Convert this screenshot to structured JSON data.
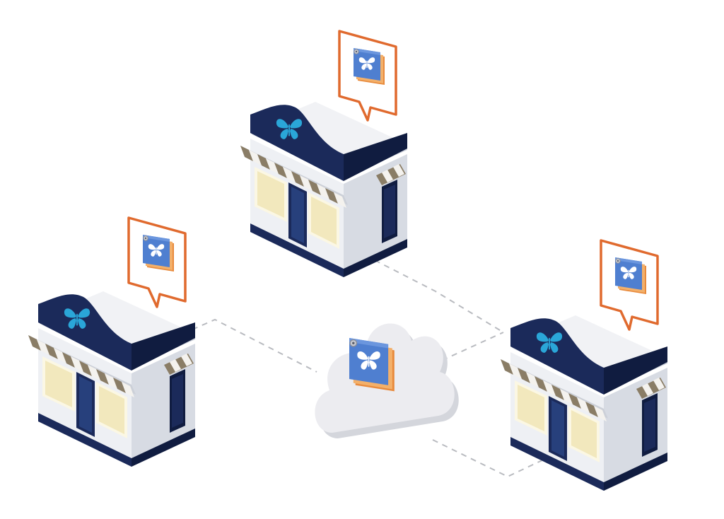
{
  "colors": {
    "navy": "#1b2a5a",
    "navy_dark": "#101c40",
    "wall_light": "#eef0f4",
    "wall_mid": "#dde1e8",
    "wall_shadow": "#c9ced8",
    "window_glass": "#f5eecf",
    "window_frame": "#fbf7e4",
    "awning_stripe": "#8a7d66",
    "awning_white": "#f4f2ee",
    "butterfly_store": "#2aa6d8",
    "speech_bubble_stroke": "#e06a2e",
    "app_tile": "#4f7fd0",
    "app_tile_dark": "#3b63a8",
    "app_tile_edge": "#e88a3c",
    "cloud": "#e9eaee",
    "cloud_shadow": "#d4d6dc",
    "connector": "#b9bbc0"
  },
  "icons": {
    "store": "storefront-icon",
    "store_logo": "butterfly-icon",
    "app": "app-tile-icon",
    "bubble": "speech-bubble-icon",
    "cloud": "cloud-icon"
  },
  "nodes": [
    {
      "id": "store-top",
      "kind": "store",
      "has_app_bubble": true
    },
    {
      "id": "store-left",
      "kind": "store",
      "has_app_bubble": true
    },
    {
      "id": "store-right",
      "kind": "store",
      "has_app_bubble": true
    },
    {
      "id": "cloud-center",
      "kind": "cloud",
      "has_app_bubble": false
    }
  ],
  "connections": [
    {
      "from": "store-top",
      "to": "cloud-center",
      "style": "dashed"
    },
    {
      "from": "store-left",
      "to": "cloud-center",
      "style": "dashed"
    },
    {
      "from": "store-right",
      "to": "cloud-center",
      "style": "dashed"
    }
  ]
}
